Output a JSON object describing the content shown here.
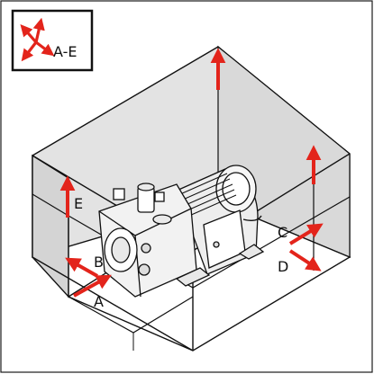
{
  "legend": {
    "icon": "axis-arrows-icon",
    "label": "A-E"
  },
  "labels": {
    "a": "A",
    "b": "B",
    "c": "C",
    "d": "D",
    "e": "E"
  },
  "colors": {
    "arrow": "#e3241b",
    "outline": "#111111",
    "wall": "#e6e6e6",
    "wall_dark": "#d2d2d2",
    "pump": "#f4f4f4"
  }
}
